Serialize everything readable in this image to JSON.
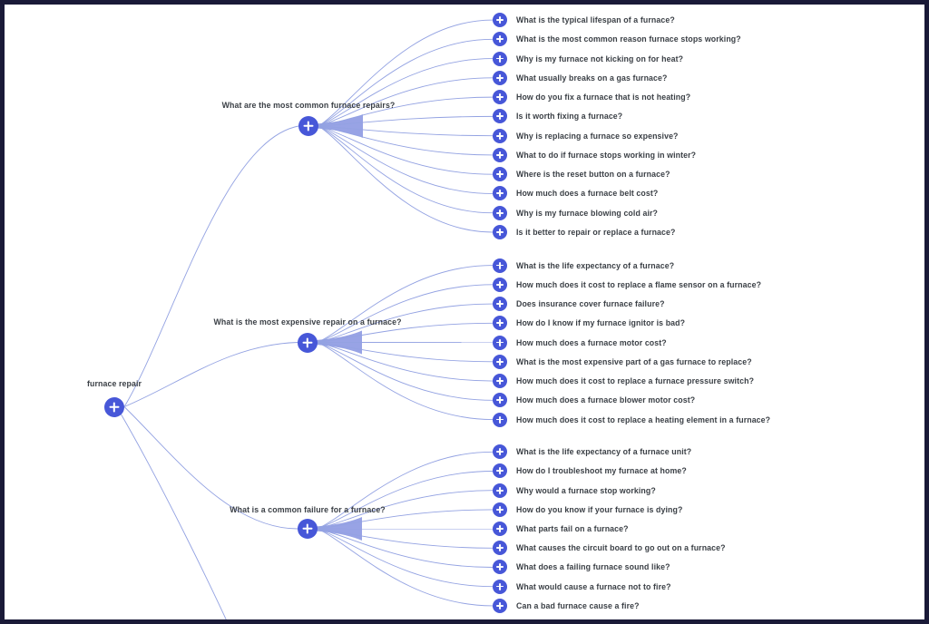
{
  "root": {
    "label": "furnace repair"
  },
  "branches": [
    {
      "label": "What are the most common furnace repairs?",
      "items": [
        "What is the typical lifespan of a furnace?",
        "What is the most common reason furnace stops working?",
        "Why is my furnace not kicking on for heat?",
        "What usually breaks on a gas furnace?",
        "How do you fix a furnace that is not heating?",
        "Is it worth fixing a furnace?",
        "Why is replacing a furnace so expensive?",
        "What to do if furnace stops working in winter?",
        "Where is the reset button on a furnace?",
        "How much does a furnace belt cost?",
        "Why is my furnace blowing cold air?",
        "Is it better to repair or replace a furnace?"
      ]
    },
    {
      "label": "What is the most expensive repair on a furnace?",
      "items": [
        "What is the life expectancy of a furnace?",
        "How much does it cost to replace a flame sensor on a furnace?",
        "Does insurance cover furnace failure?",
        "How do I know if my furnace ignitor is bad?",
        "How much does a furnace motor cost?",
        "What is the most expensive part of a gas furnace to replace?",
        "How much does it cost to replace a furnace pressure switch?",
        "How much does a furnace blower motor cost?",
        "How much does it cost to replace a heating element in a furnace?"
      ]
    },
    {
      "label": "What is a common failure for a furnace?",
      "items": [
        "What is the life expectancy of a furnace unit?",
        "How do I troubleshoot my furnace at home?",
        "Why would a furnace stop working?",
        "How do you know if your furnace is dying?",
        "What parts fail on a furnace?",
        "What causes the circuit board to go out on a furnace?",
        "What does a failing furnace sound like?",
        "What would cause a furnace not to fire?",
        "Can a bad furnace cause a fire?"
      ]
    }
  ],
  "icons": {
    "node": "plus-icon"
  },
  "colors": {
    "node_blue": "#4757d8",
    "edge_blue": "#93a2e2",
    "wedge_blue": "#5466d4",
    "text_dark": "#3a3f45",
    "border_navy": "#1a1a38",
    "background": "#ffffff"
  }
}
